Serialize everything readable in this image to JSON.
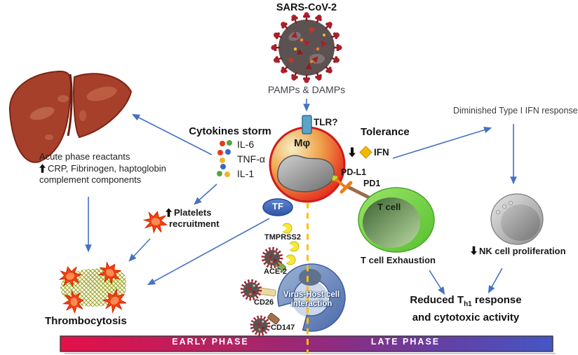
{
  "virus": {
    "title": "SARS-CoV-2",
    "signals": "PAMPs & DAMPs"
  },
  "macrophage": {
    "tlr": "TLR?",
    "label": "Mφ",
    "tf": "TF"
  },
  "cytokines": {
    "title": "Cytokines storm",
    "il6": "IL-6",
    "tnf": "TNF-α",
    "il1": "IL-1"
  },
  "liver": {
    "line1": "Acute phase reactants",
    "line2": "CRP, Fibrinogen, haptoglobin",
    "line3": "complement components"
  },
  "platelets": {
    "line1": "Platelets",
    "line2": "recruitment"
  },
  "thrombocytosis": {
    "label": "Thrombocytosis"
  },
  "tolerance": {
    "title": "Tolerance",
    "ifn": "IFN",
    "pdl1": "PD-L1",
    "pd1": "PD1"
  },
  "tcell": {
    "label": "T cell",
    "exhaustion": "T cell Exhaustion"
  },
  "ifn_response": {
    "diminished": "Diminished Type I IFN response"
  },
  "nk": {
    "label": "NK cell proliferation"
  },
  "outcome": {
    "part1": "Reduced T",
    "sub": "h1",
    "part2": " response",
    "line2": "and cytotoxic activity"
  },
  "host_cell": {
    "label": "Virus-Host cell interaction",
    "tmprss2": "TMPRSS2",
    "ace2": "ACE-2",
    "cd26": "CD26",
    "cd147": "CD147"
  },
  "timeline": {
    "early": "EARLY PHASE",
    "late": "LATE PHASE"
  },
  "icons": {
    "increase_arrow": "solid black up arrow",
    "decrease_arrow": "solid black down arrow",
    "ifn_diamond": "yellow diamond"
  },
  "colors": {
    "arrow_blue": "#4472c4",
    "dashed_line": "#ffc000",
    "ifn_diamond": "#f5b700",
    "bar_left": "#e41049",
    "bar_mid": "#8f2b80",
    "bar_right": "#4556c4"
  }
}
